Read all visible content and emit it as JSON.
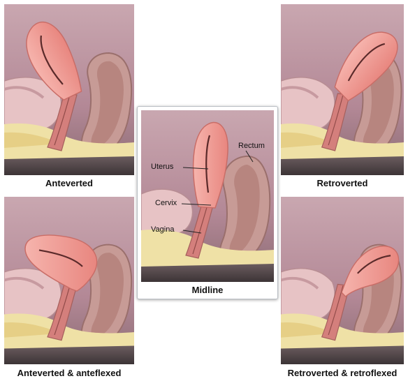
{
  "panels": {
    "top_left": {
      "caption": "Anteverted"
    },
    "top_right": {
      "caption": "Retroverted"
    },
    "bottom_left": {
      "caption": "Anteverted & anteflexed"
    },
    "bottom_right": {
      "caption": "Retroverted & retroflexed"
    },
    "center": {
      "caption": "Midline",
      "labels": {
        "uterus": "Uterus",
        "cervix": "Cervix",
        "vagina": "Vagina",
        "rectum": "Rectum"
      }
    }
  },
  "colors": {
    "background_mauve": "#b98f9b",
    "uterus_pink": "#f0a09a",
    "tissue_pink": "#d9898a",
    "fat_yellow": "#efe1a6",
    "floor_grey": "#4e4547",
    "frame_border": "#b9bec4"
  }
}
